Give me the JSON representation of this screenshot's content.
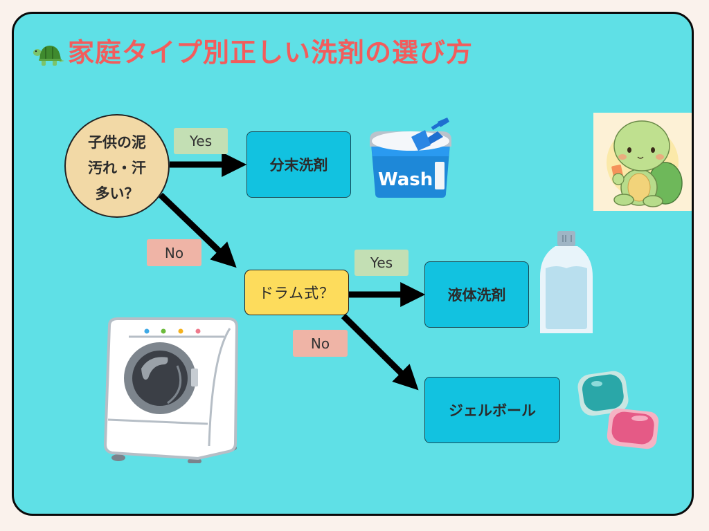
{
  "title": {
    "icon": "turtle-icon",
    "text": "家庭タイプ別正しい洗剤の選び方"
  },
  "colors": {
    "page_background": "#faf2ec",
    "card_background": "#5fe0e6",
    "title_color": "#f25c5c",
    "question_circle": "#f2d9a6",
    "decision_box": "#fddc5c",
    "result_box": "#12c2e0",
    "yes_tag": "#c3dfb4",
    "no_tag": "#efb4a6"
  },
  "flowchart": {
    "start_question": {
      "lines": [
        "子供の泥",
        "汚れ・汗",
        "多い？"
      ]
    },
    "decision": {
      "label": "ドラム式？"
    },
    "results": {
      "powder": "分末洗剤",
      "liquid": "液体洗剤",
      "gel": "ジェルボール"
    },
    "edges": [
      {
        "from": "start_question",
        "to": "powder",
        "label": "Yes"
      },
      {
        "from": "start_question",
        "to": "decision",
        "label": "No"
      },
      {
        "from": "decision",
        "to": "liquid",
        "label": "Yes"
      },
      {
        "from": "decision",
        "to": "gel",
        "label": "No"
      }
    ]
  },
  "illustrations": {
    "powder_box_text": "Wash",
    "powder": "powder-detergent-illustration",
    "bottle": "liquid-detergent-bottle-illustration",
    "gel": "gel-ball-illustration",
    "washer": "drum-washing-machine-illustration",
    "mascot": "turtle-mascot-illustration"
  }
}
